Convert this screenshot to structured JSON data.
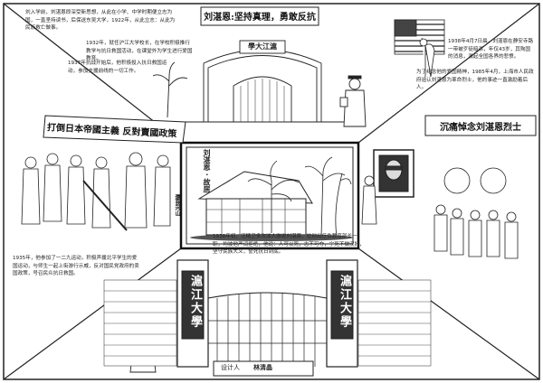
{
  "panels": {
    "title_top": "刘湛恩:坚持真理，勇敢反抗",
    "title_center": "刘湛恩 · 故居",
    "title_memorial": "沉痛悼念刘湛恩烈士",
    "gate_sign": "學大江滬"
  },
  "banners": {
    "protest_main": "打倒日本帝國主義 反對賣國政策",
    "protest_small": "還我河山"
  },
  "gate_pillars": {
    "left": "滬江大學",
    "right": "滬江大學"
  },
  "texts": {
    "top_left_1": "刘入学前，刘湛恩即深受新思想，从此在小学、中学时期便立志为国，一直坚持读书，后保送东吴大学，1922年，从此立志：从此为民族救亡做事。",
    "top_left_2": "1932年，就任沪江大学校长，在学校积极推行教学与抗日救国活动，在课堂外为学生进行爱国教育。",
    "top_left_3": "1937年抗战开始后，他积极投入抗日救国运动，参加支援前线的一切工作。",
    "top_right_1": "1938年4月7日晨，刘湛恩在静安寺路一带被歹徒暗杀，年仅43岁，其殉国的消息，激起全国各界的悲愤。",
    "top_right_2": "为了纪念他的爱国精神，1985年4月，上海市人民政府追认刘湛恩为革命烈士，他的事迹一直激励着后人。",
    "bottom_left": "1935年，他参加了一二九运动，积极声援北平学生的爱国运动，与师生一起上街游行示威，反对国民党政府的卖国政策，号召民众抗日救国。",
    "bottom_center": "1938年初，汪精卫多次派人游说刘湛恩，拉他出任伪教育部长一职，均被他严词拒绝，他说：人可以死，志不可夺，宁死不做汉奸，坚守民族大义，誓死抗日到底。",
    "designer_label": "设计人",
    "designer_name": "林清晶"
  }
}
